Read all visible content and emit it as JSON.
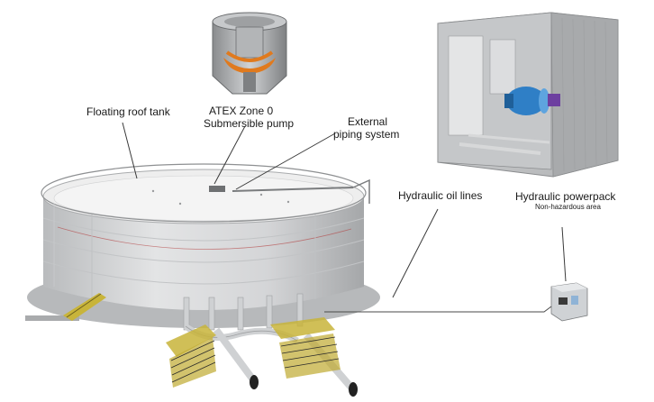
{
  "labels": {
    "floating_roof_tank": "Floating roof tank",
    "pump_line1": "ATEX Zone 0",
    "pump_line2": "Submersible pump",
    "piping_line1": "External",
    "piping_line2": "piping system",
    "oil_lines": "Hydraulic oil lines",
    "powerpack": "Hydraulic powerpack",
    "powerpack_sub": "Non-hazardous area"
  },
  "colors": {
    "tank_wall": "#d9dadb",
    "tank_shadow": "#a9abad",
    "roof": "#eeeeee",
    "pump_orange": "#e07a1e",
    "motor_blue": "#2f7fc6",
    "stair_yellow": "#c8b43a",
    "pipe": "#cfd1d3",
    "line": "#3a3a3a"
  },
  "icons": [
    "tank-illustration",
    "pump-cutaway-illustration",
    "powerpack-container-illustration",
    "powerpack-box-icon",
    "staircase-icon"
  ]
}
